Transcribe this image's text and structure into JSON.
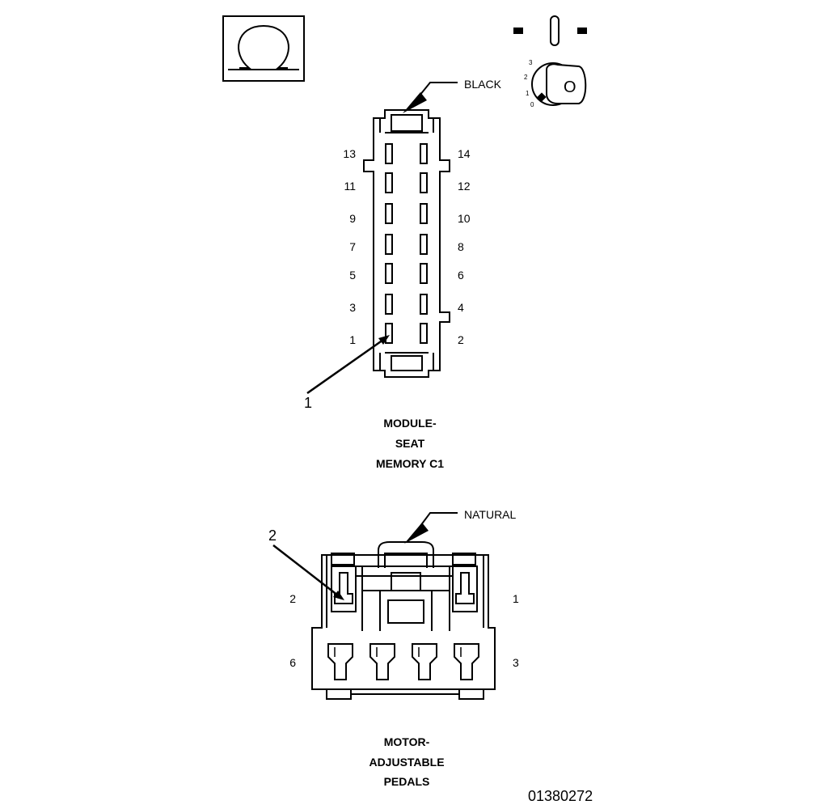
{
  "symbols": {
    "resistance_icon": "ohm-icon",
    "ignition_key_icon": "ignition-key-icon",
    "key_text": "O",
    "key_positions": [
      "3",
      "2",
      "1",
      "0"
    ]
  },
  "connector_c1": {
    "color_label": "BLACK",
    "callout": "1",
    "name_lines": [
      "MODULE-",
      "SEAT",
      "MEMORY C1"
    ],
    "pins_left": [
      "13",
      "11",
      "9",
      "7",
      "5",
      "3",
      "1"
    ],
    "pins_right": [
      "14",
      "12",
      "10",
      "8",
      "6",
      "4",
      "2"
    ]
  },
  "connector_pedals": {
    "color_label": "NATURAL",
    "callout": "2",
    "name_lines": [
      "MOTOR-",
      "ADJUSTABLE",
      "PEDALS"
    ],
    "pin_top_left": "2",
    "pin_top_right": "1",
    "pin_bottom_left": "6",
    "pin_bottom_right": "3"
  },
  "figure_id": "01380272"
}
